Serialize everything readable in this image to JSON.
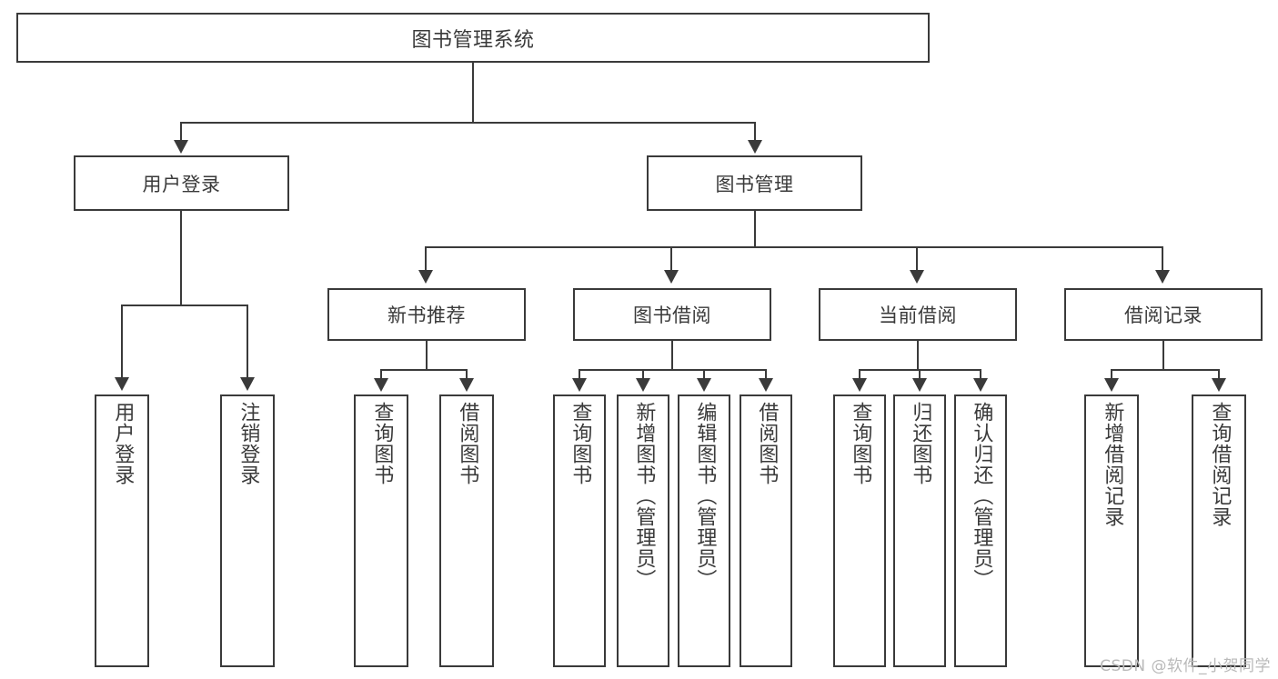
{
  "diagram": {
    "type": "tree-hierarchy",
    "root": {
      "label": "图书管理系统"
    },
    "level2": [
      {
        "label": "用户登录"
      },
      {
        "label": "图书管理"
      }
    ],
    "level3": [
      {
        "label": "新书推荐"
      },
      {
        "label": "图书借阅"
      },
      {
        "label": "当前借阅"
      },
      {
        "label": "借阅记录"
      }
    ],
    "leaves": {
      "user_login": [
        {
          "label": "用户登录"
        },
        {
          "label": "注销登录"
        }
      ],
      "new_book_recommend": [
        {
          "label": "查询图书"
        },
        {
          "label": "借阅图书"
        }
      ],
      "book_borrow": [
        {
          "label": "查询图书"
        },
        {
          "label": "新增图书（管理员）"
        },
        {
          "label": "编辑图书（管理员）"
        },
        {
          "label": "借阅图书"
        }
      ],
      "current_borrow": [
        {
          "label": "查询图书"
        },
        {
          "label": "归还图书"
        },
        {
          "label": "确认归还（管理员）"
        }
      ],
      "borrow_record": [
        {
          "label": "新增借阅记录"
        },
        {
          "label": "查询借阅记录"
        }
      ]
    }
  },
  "watermark": {
    "text": "CSDN @软件_小贺同学"
  },
  "colors": {
    "line": "#3a3a3a",
    "background": "#ffffff",
    "watermark": "#b9b9b9"
  }
}
